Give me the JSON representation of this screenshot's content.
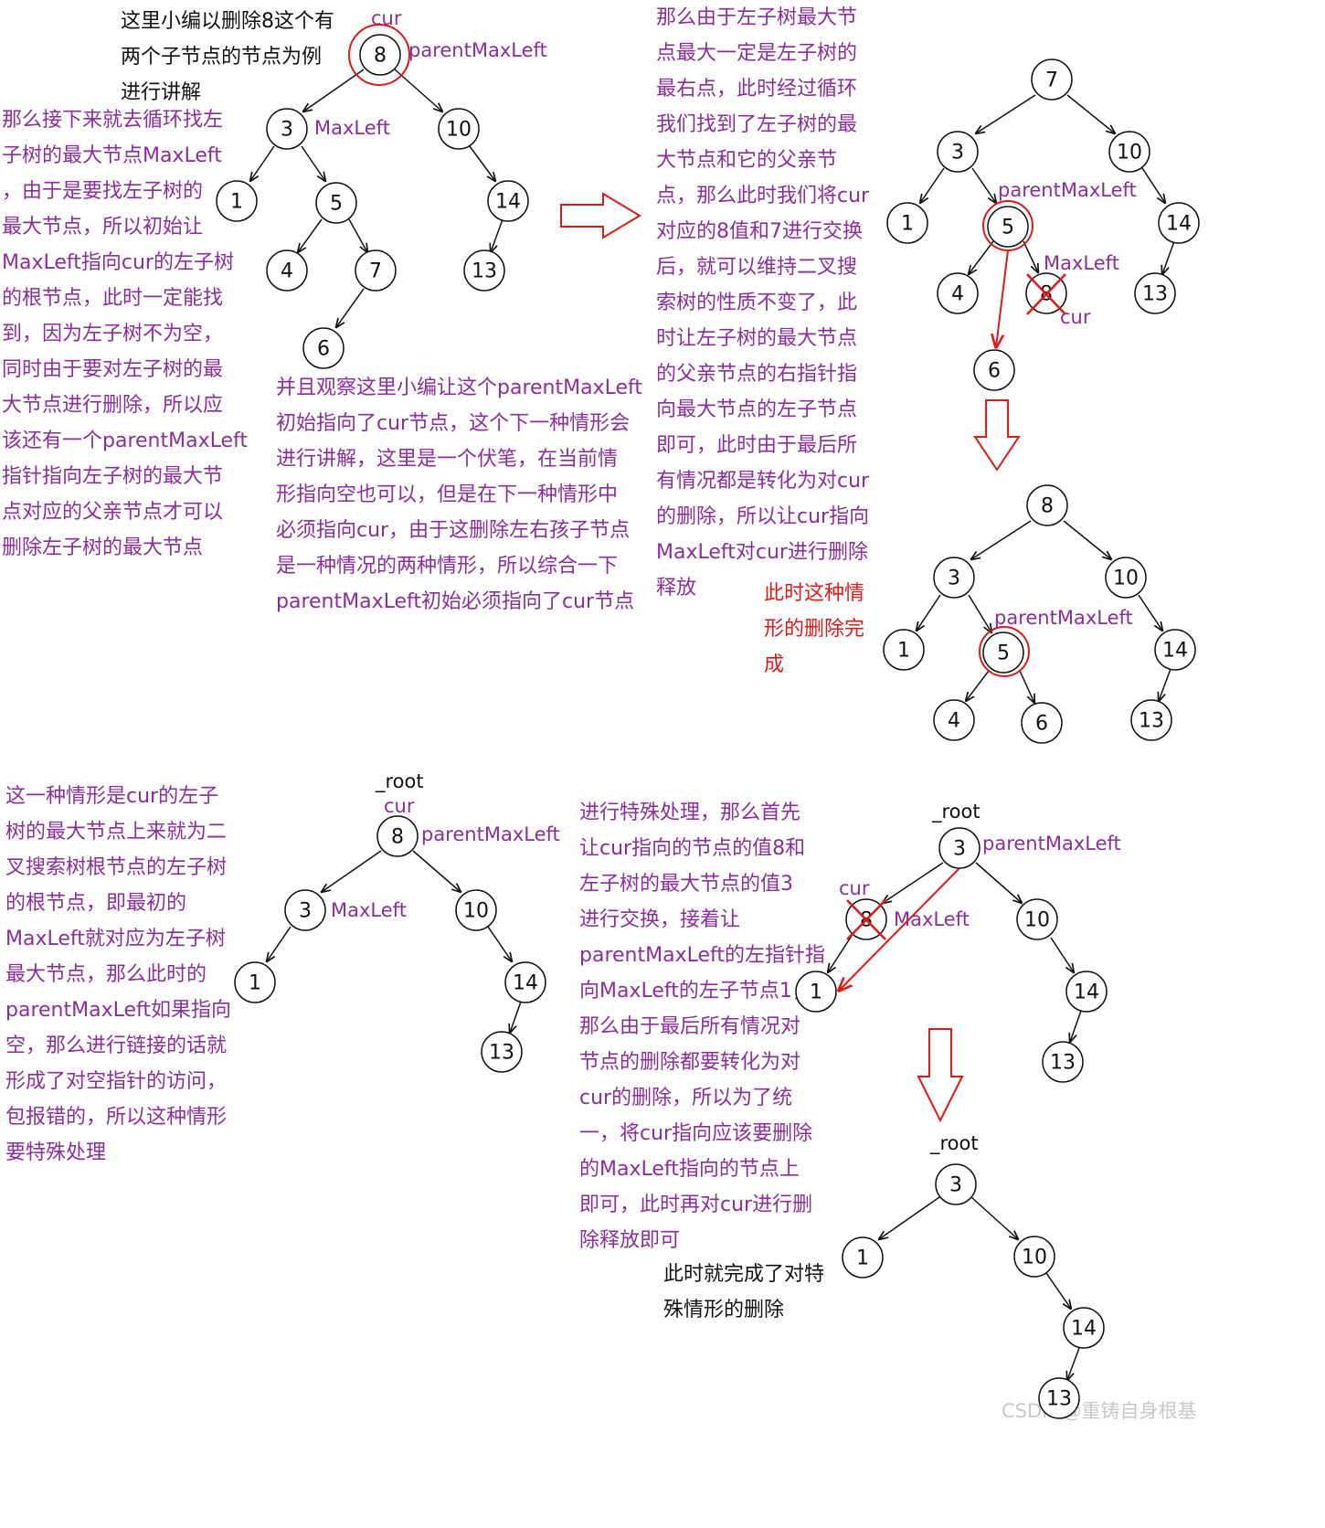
{
  "texts": {
    "intro": "这里小编以删除8这个有\n两个子节点的节点为例\n进行讲解",
    "left_explain": "那么接下来就去循环找左\n子树的最大节点MaxLeft\n，由于是要找左子树的\n最大节点，所以初始让\nMaxLeft指向cur的左子树\n的根节点，此时一定能找\n到，因为左子树不为空，\n同时由于要对左子树的最\n大节点进行删除，所以应\n该还有一个parentMaxLeft\n指针指向左子树的最大节\n点对应的父亲节点才可以\n删除左子树的最大节点",
    "middle_explain": "并且观察这里小编让这个parentMaxLeft\n初始指向了cur节点，这个下一种情形会\n进行讲解，这里是一个伏笔，在当前情\n形指向空也可以，但是在下一种情形中\n必须指向cur，由于这删除左右孩子节点\n是一种情况的两种情形，所以综合一下\nparentMaxLeft初始必须指向了cur节点",
    "right_explain": "那么由于左子树最大节\n点最大一定是左子树的\n最右点，此时经过循环\n我们找到了左子树的最\n大节点和它的父亲节\n点，那么此时我们将cur\n对应的8值和7进行交换\n后，就可以维持二叉搜\n索树的性质不变了，此\n时让左子树的最大节点\n的父亲节点的右指针指\n向最大节点的左子节点\n即可，此时由于最后所\n有情况都是转化为对cur\n的删除，所以让cur指向\nMaxLeft对cur进行删除\n释放",
    "done_note": "此时这种情\n形的删除完\n成",
    "special_explain": "这一种情形是cur的左子\n树的最大节点上来就为二\n叉搜索树根节点的左子树\n的根节点，即最初的\nMaxLeft就对应为左子树\n最大节点，那么此时的\nparentMaxLeft如果指向\n空，那么进行链接的话就\n形成了对空指针的访问，\n包报错的，所以这种情形\n要特殊处理",
    "special_process": "进行特殊处理，那么首先\n让cur指向的节点的值8和\n左子树的最大节点的值3\n进行交换，接着让\nparentMaxLeft的左指针指\n向MaxLeft的左子节点1，\n那么由于最后所有情况对\n节点的删除都要转化为对\ncur的删除，所以为了统\n一，将cur指向应该要删除\n的MaxLeft指向的节点上\n即可，此时再对cur进行删\n除释放即可",
    "special_done": "此时就完成了对特\n殊情形的删除",
    "watermark": "CSDN @重铸自身根基"
  },
  "labels": {
    "cur": "cur",
    "parent_max_left": "parentMaxLeft",
    "max_left": "MaxLeft",
    "root": "_root"
  },
  "trees": {
    "tree1": [
      "8",
      "3",
      "10",
      "1",
      "5",
      "14",
      "4",
      "7",
      "13",
      "6"
    ],
    "tree2": [
      "7",
      "3",
      "10",
      "1",
      "5",
      "14",
      "4",
      "8",
      "13",
      "6"
    ],
    "tree3": [
      "8",
      "3",
      "10",
      "1",
      "5",
      "14",
      "4",
      "6",
      "13"
    ],
    "tree4": [
      "8",
      "3",
      "10",
      "1",
      "14",
      "13"
    ],
    "tree5": [
      "3",
      "8",
      "10",
      "1",
      "14",
      "13"
    ],
    "tree6": [
      "3",
      "1",
      "10",
      "14",
      "13"
    ]
  },
  "colors": {
    "text_purple": "#8b2d9b",
    "annotation_red": "#e01818",
    "edge_black": "#111111"
  }
}
